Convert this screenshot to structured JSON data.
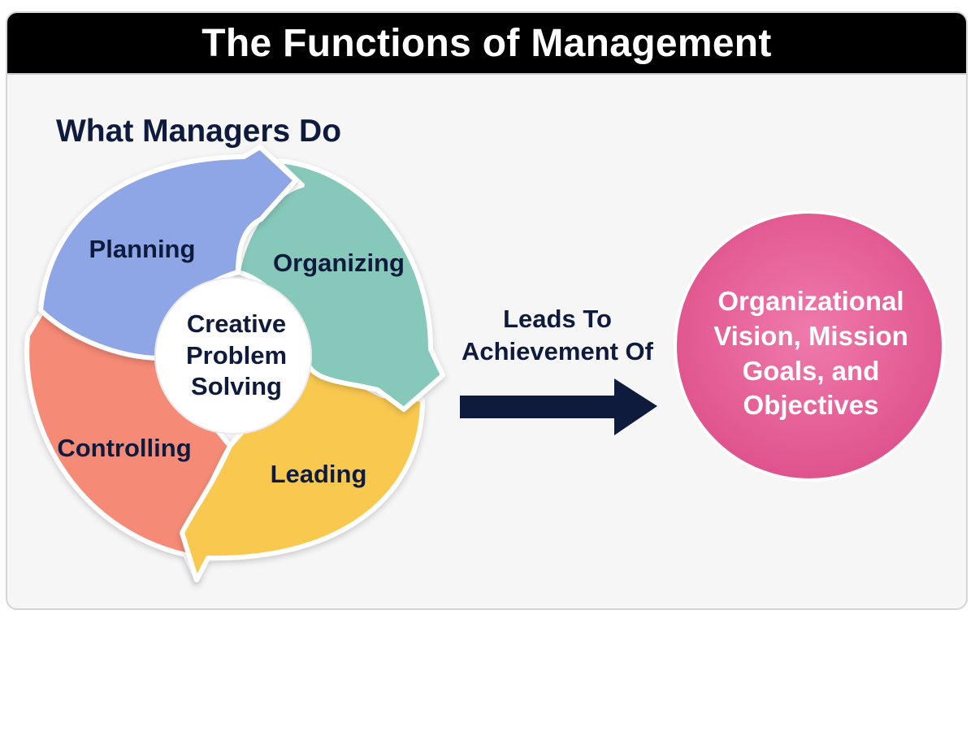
{
  "title": "The Functions of Management",
  "subtitle": "What Managers Do",
  "cycle": {
    "center_lines": [
      "Creative",
      "Problem",
      "Solving"
    ],
    "segments": [
      {
        "id": "planning",
        "label": "Planning",
        "color": "#8fa6e6"
      },
      {
        "id": "organizing",
        "label": "Organizing",
        "color": "#86c9bb"
      },
      {
        "id": "leading",
        "label": "Leading",
        "color": "#f9c84f"
      },
      {
        "id": "controlling",
        "label": "Controlling",
        "color": "#f58a76"
      }
    ]
  },
  "connector": {
    "lines": [
      "Leads To",
      "Achievement Of"
    ],
    "color": "#0f1b3d"
  },
  "goal": {
    "lines": [
      "Organizational",
      "Vision, Mission",
      "Goals, and",
      "Objectives"
    ],
    "color": "#e2558e"
  }
}
